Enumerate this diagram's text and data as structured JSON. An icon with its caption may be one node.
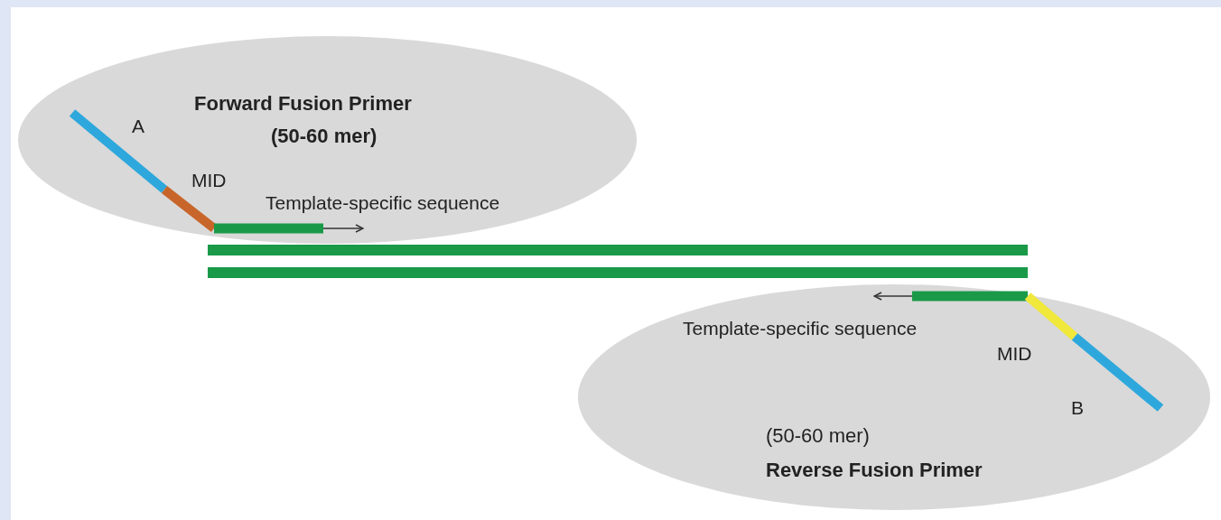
{
  "diagram": {
    "nodes": [
      {
        "text": [
          "Forward Fusion Primer",
          "(50-60 mer)"
        ]
      },
      {
        "text": [
          "(50-60 mer)",
          "Reverse Fusion Primer"
        ]
      }
    ],
    "edges": [],
    "labels": [
      "A",
      "MID",
      "Template-specific sequence",
      "Template-specific sequence",
      "MID",
      "B"
    ]
  }
}
